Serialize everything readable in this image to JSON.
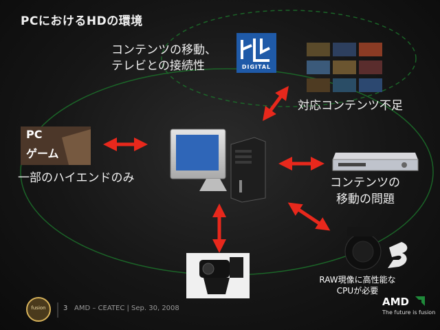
{
  "slide": {
    "title": "PCにおけるHDの環境",
    "top_text_line1": "コンテンツの移動、",
    "top_text_line2": "テレビとの接続性",
    "digital_logo_label": "DIGITAL",
    "content_shortage": "対応コンテンツ不足",
    "pc_game_label1": "PC",
    "pc_game_label2": "ゲーム",
    "high_end_only": "一部のハイエンドのみ",
    "content_move_line1": "コンテンツの",
    "content_move_line2": "移動の問題",
    "raw_line1": "RAW現像に高性能な",
    "raw_line2": "CPUが必要"
  },
  "footer": {
    "fusion_logo": "fusion",
    "page_number": "3",
    "info": "AMD – CEATEC | Sep. 30, 2008",
    "amd_logo": "AMD",
    "tagline": "The future is fusion"
  },
  "colors": {
    "arrow": "#e8281c",
    "ellipse": "#1c6e2a",
    "amd_green": "#1f8a3a"
  }
}
